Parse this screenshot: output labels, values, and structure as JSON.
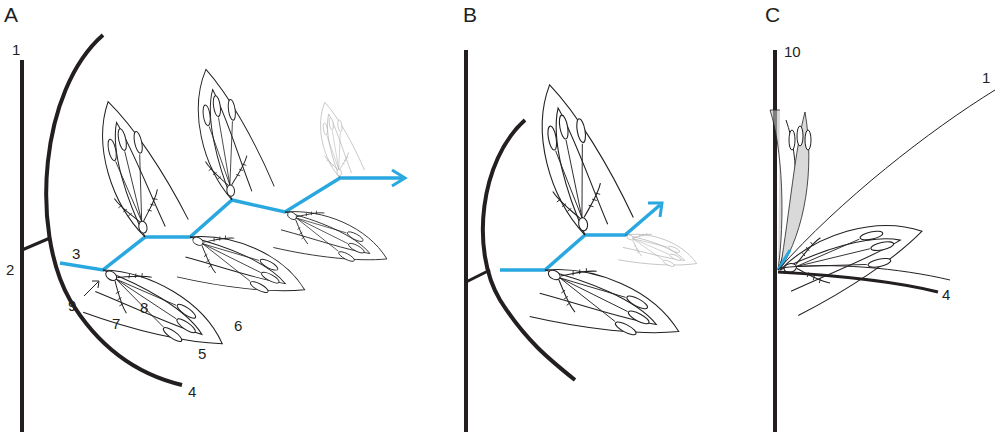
{
  "diagram": {
    "labels": [
      "A",
      "B",
      "C",
      "1",
      "2",
      "3",
      "4",
      "5",
      "6",
      "7",
      "8",
      "9",
      "10",
      "1",
      "4"
    ]
  }
}
